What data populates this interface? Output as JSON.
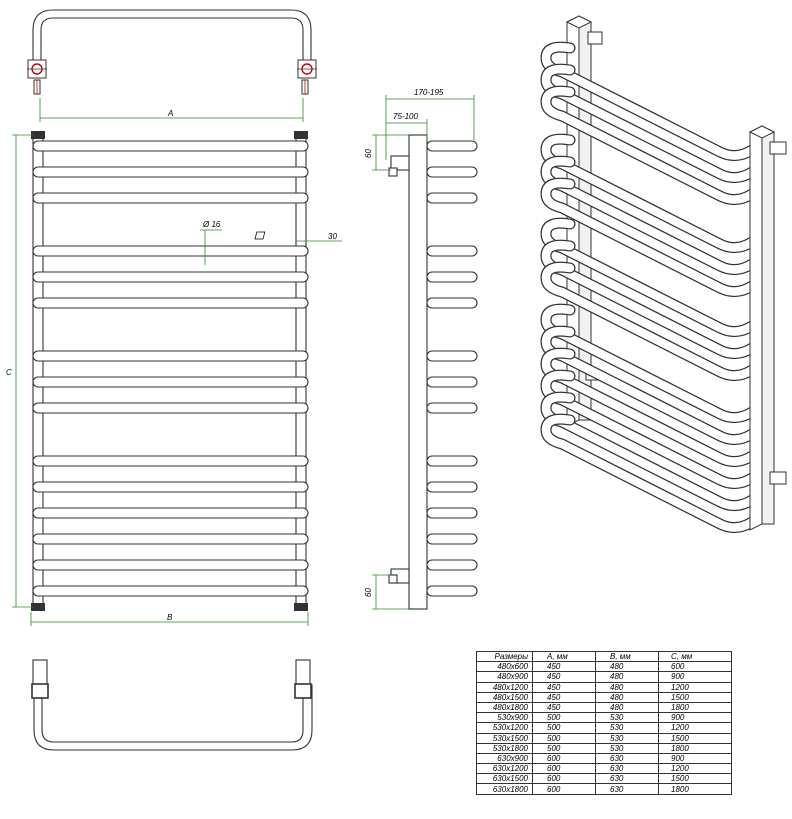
{
  "dimensions": {
    "a": "A",
    "b": "B",
    "c": "C",
    "diameter": "Ø 16",
    "square": "30",
    "depth_outer": "170-195",
    "depth_inner": "75-100",
    "top_offset": "60",
    "bottom_offset": "60"
  },
  "table": {
    "headers": [
      "Размеры",
      "А, мм",
      "В, мм",
      "С, мм"
    ],
    "rows": [
      [
        "480х600",
        "450",
        "480",
        "600"
      ],
      [
        "480х900",
        "450",
        "480",
        "900"
      ],
      [
        "480х1200",
        "450",
        "480",
        "1200"
      ],
      [
        "480х1500",
        "450",
        "480",
        "1500"
      ],
      [
        "480х1800",
        "450",
        "480",
        "1800"
      ],
      [
        "530х900",
        "500",
        "530",
        "900"
      ],
      [
        "530х1200",
        "500",
        "530",
        "1200"
      ],
      [
        "530х1500",
        "500",
        "530",
        "1500"
      ],
      [
        "530х1800",
        "500",
        "530",
        "1800"
      ],
      [
        "630х900",
        "600",
        "630",
        "900"
      ],
      [
        "630х1200",
        "600",
        "630",
        "1200"
      ],
      [
        "630х1500",
        "600",
        "630",
        "1500"
      ],
      [
        "630х1800",
        "600",
        "630",
        "1800"
      ]
    ]
  }
}
